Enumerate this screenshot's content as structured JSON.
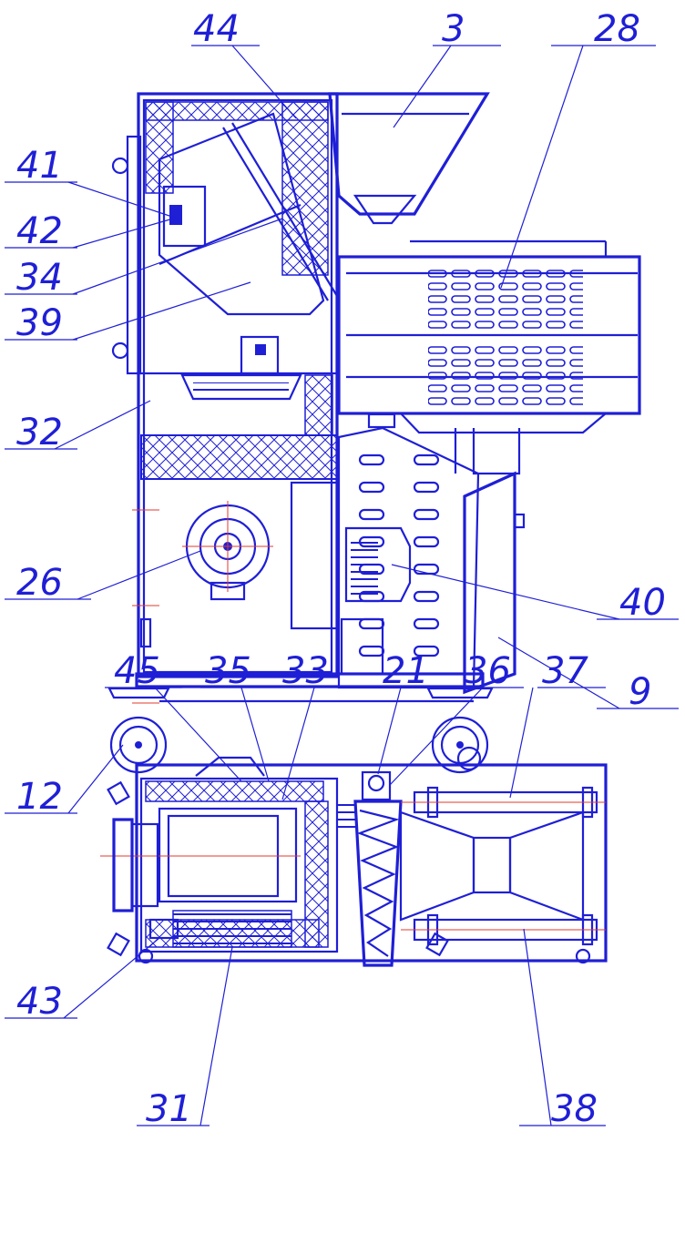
{
  "drawing": {
    "title": "",
    "colors": {
      "line": "#1f1fd6",
      "centerline": "#e23b2e",
      "background": "#ffffff"
    },
    "callouts_side_view": [
      "44",
      "3",
      "28",
      "41",
      "42",
      "34",
      "39",
      "32",
      "26",
      "40",
      "9",
      "12"
    ],
    "callouts_top_view": [
      "45",
      "35",
      "33",
      "21",
      "36",
      "37",
      "43",
      "31",
      "38"
    ]
  }
}
